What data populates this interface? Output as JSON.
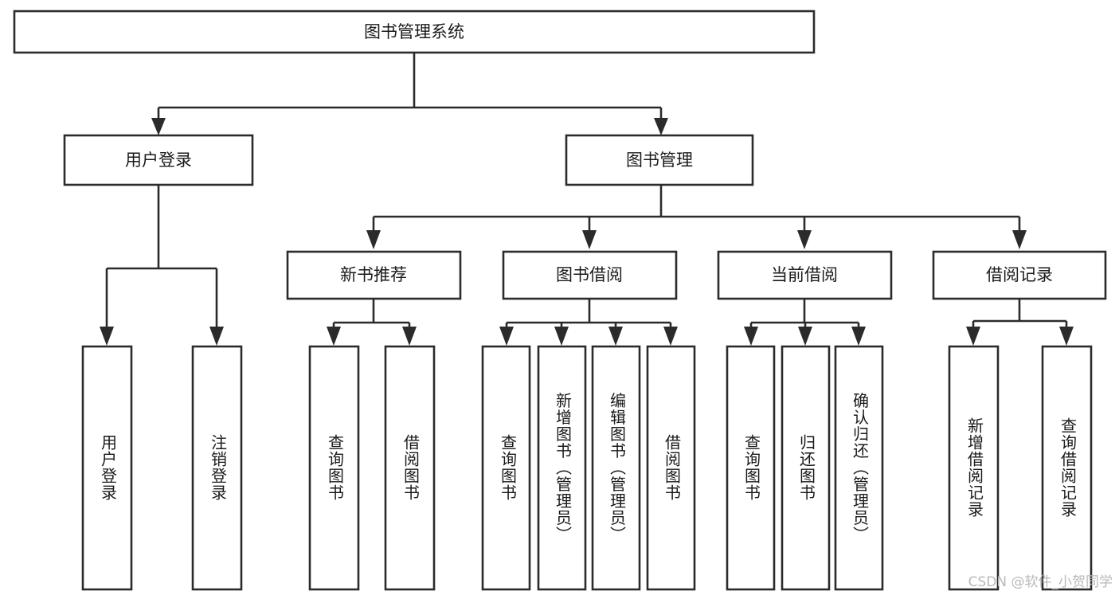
{
  "diagram": {
    "type": "tree",
    "title": "图书管理系统",
    "orientation": "top-down",
    "colors": {
      "box_fill": "#ffffff",
      "box_stroke": "#2b2b2b",
      "text": "#1a1a1a",
      "background": "#ffffff",
      "watermark": "#b9b9b9"
    },
    "root": {
      "label": "图书管理系统"
    },
    "level2": [
      {
        "label": "用户登录"
      },
      {
        "label": "图书管理"
      }
    ],
    "level3": [
      {
        "label": "新书推荐"
      },
      {
        "label": "图书借阅"
      },
      {
        "label": "当前借阅"
      },
      {
        "label": "借阅记录"
      }
    ],
    "leaves_user_login": [
      {
        "label": "用户登录"
      },
      {
        "label": "注销登录"
      }
    ],
    "leaves_new_book": [
      {
        "label": "查询图书"
      },
      {
        "label": "借阅图书"
      }
    ],
    "leaves_borrow": [
      {
        "label": "查询图书"
      },
      {
        "label": "新增图书（管理员）"
      },
      {
        "label": "编辑图书（管理员）"
      },
      {
        "label": "借阅图书"
      }
    ],
    "leaves_current": [
      {
        "label": "查询图书"
      },
      {
        "label": "归还图书"
      },
      {
        "label": "确认归还（管理员）"
      }
    ],
    "leaves_record": [
      {
        "label": "新增借阅记录"
      },
      {
        "label": "查询借阅记录"
      }
    ]
  },
  "watermark": {
    "text": "CSDN @软件_小贺同学"
  }
}
